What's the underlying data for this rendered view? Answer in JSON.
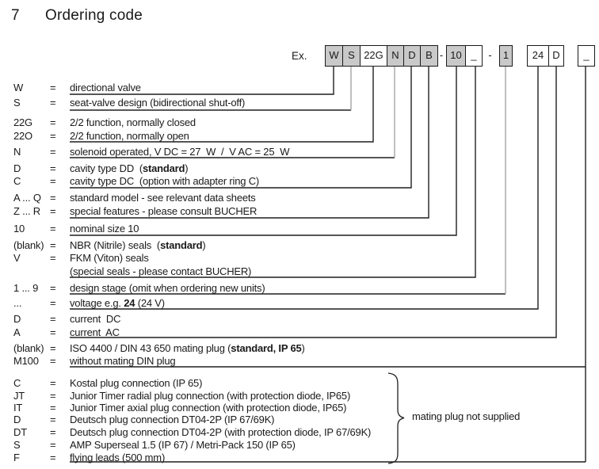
{
  "heading": {
    "number": "7",
    "title": "Ordering code"
  },
  "example": {
    "label": "Ex.",
    "dash1": "-",
    "dash2": "-"
  },
  "boxes": [
    {
      "label": "W"
    },
    {
      "label": "S"
    },
    {
      "label": "22G"
    },
    {
      "label": "N"
    },
    {
      "label": "D"
    },
    {
      "label": "B"
    },
    {
      "label": "10"
    },
    {
      "label": "_"
    },
    {
      "label": "1"
    },
    {
      "label": "24"
    },
    {
      "label": "D"
    },
    {
      "label": "_"
    }
  ],
  "rows": [
    {
      "code": "W",
      "eq": "=",
      "pre": "directional valve"
    },
    {
      "code": "S",
      "eq": "=",
      "pre": "seat-valve design (bidirectional shut-off)"
    },
    {
      "code": "22G",
      "eq": "=",
      "pre": "2/2 function, normally closed"
    },
    {
      "code": "22O",
      "eq": "=",
      "pre": "2/2 function, normally open"
    },
    {
      "code": "N",
      "eq": "=",
      "pre": "solenoid operated, V DC = 27  W  /  V AC = 25  W"
    },
    {
      "code": "D",
      "eq": "=",
      "pre": "cavity type DD  (",
      "bold": "standard",
      "post": ")"
    },
    {
      "code": "C",
      "eq": "=",
      "pre": "cavity type DC  (option with adapter ring C)"
    },
    {
      "code": "A ... Q",
      "eq": "=",
      "pre": "standard model - see relevant data sheets"
    },
    {
      "code": "Z ... R",
      "eq": "=",
      "pre": "special features - please consult BUCHER"
    },
    {
      "code": "10",
      "eq": "=",
      "pre": "nominal size 10"
    },
    {
      "code": "(blank)",
      "eq": "=",
      "pre": "NBR (Nitrile) seals  (",
      "bold": "standard",
      "post": ")"
    },
    {
      "code": "V",
      "eq": "=",
      "pre": "FKM (Viton) seals"
    },
    {
      "code": "",
      "eq": "",
      "pre": "(special seals - please contact BUCHER)"
    },
    {
      "code": "1 ... 9",
      "eq": "=",
      "pre": "design stage (omit when ordering new units)"
    },
    {
      "code": "...",
      "eq": "=",
      "pre": "voltage e.g. ",
      "bold": "24",
      "post": " (24 V)"
    },
    {
      "code": "D",
      "eq": "=",
      "pre": "current  DC"
    },
    {
      "code": "A",
      "eq": "=",
      "pre": "current  AC"
    },
    {
      "code": "(blank)",
      "eq": "=",
      "pre": "ISO 4400 / DIN 43 650 mating plug (",
      "bold": "standard, IP 65",
      "post": ")"
    },
    {
      "code": "M100",
      "eq": "=",
      "pre": "without mating DIN plug"
    },
    {
      "code": "C",
      "eq": "=",
      "pre": "Kostal plug connection (IP 65)"
    },
    {
      "code": "JT",
      "eq": "=",
      "pre": "Junior Timer radial plug connection (with protection diode, IP65)"
    },
    {
      "code": "IT",
      "eq": "=",
      "pre": "Junior Timer axial plug connection (with protection diode, IP65)"
    },
    {
      "code": "D",
      "eq": "=",
      "pre": "Deutsch plug connection DT04-2P (IP 67/69K)"
    },
    {
      "code": "DT",
      "eq": "=",
      "pre": "Deutsch plug connection DT04-2P (with protection diode, IP 67/69K)"
    },
    {
      "code": "S",
      "eq": "=",
      "pre": "AMP Superseal 1.5 (IP 67) / Metri-Pack 150 (IP 65)"
    },
    {
      "code": "F",
      "eq": "=",
      "pre": "flying leads (500 mm)"
    }
  ],
  "note": {
    "text": "mating plug not supplied"
  },
  "colors": {
    "box_fill_highlight": "#c9c9c9",
    "line": "#1f1f1f",
    "line_secondary": "#a6a6a6",
    "text": "#1a1a1a"
  }
}
